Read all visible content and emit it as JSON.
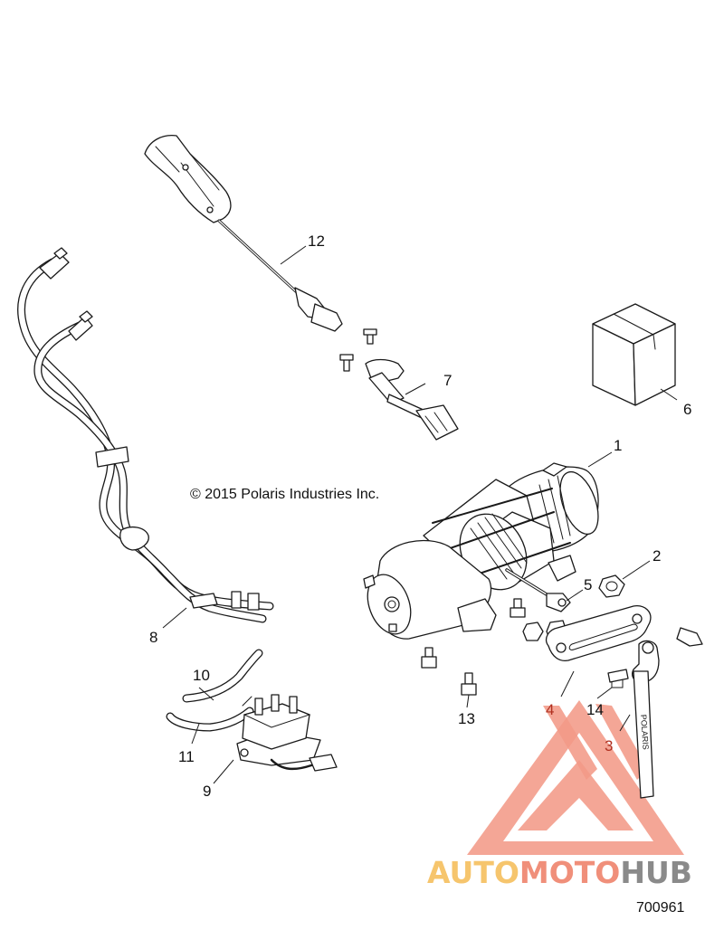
{
  "copyright": "© 2015 Polaris Industries Inc.",
  "figure_number": "700961",
  "callouts": [
    {
      "id": "1",
      "label": "1",
      "color": "#111111"
    },
    {
      "id": "2",
      "label": "2",
      "color": "#111111"
    },
    {
      "id": "3",
      "label": "3",
      "color": "#b03020"
    },
    {
      "id": "4",
      "label": "4",
      "color": "#b03020"
    },
    {
      "id": "5",
      "label": "5",
      "color": "#111111"
    },
    {
      "id": "6",
      "label": "6",
      "color": "#111111"
    },
    {
      "id": "7",
      "label": "7",
      "color": "#111111"
    },
    {
      "id": "8",
      "label": "8",
      "color": "#111111"
    },
    {
      "id": "9",
      "label": "9",
      "color": "#111111"
    },
    {
      "id": "10",
      "label": "10",
      "color": "#111111"
    },
    {
      "id": "11",
      "label": "11",
      "color": "#111111"
    },
    {
      "id": "12",
      "label": "12",
      "color": "#111111"
    },
    {
      "id": "13",
      "label": "13",
      "color": "#111111"
    },
    {
      "id": "14",
      "label": "14",
      "color": "#111111"
    }
  ],
  "watermark": {
    "part1": "AUTO",
    "part2": "MOTO",
    "part3": "HUB",
    "colors": {
      "auto": "#f6c56d",
      "moto": "#f08f7a",
      "hub": "#8a8a8a",
      "logo": "#f08f7a"
    }
  },
  "hook_strap_text": "POLARIS"
}
